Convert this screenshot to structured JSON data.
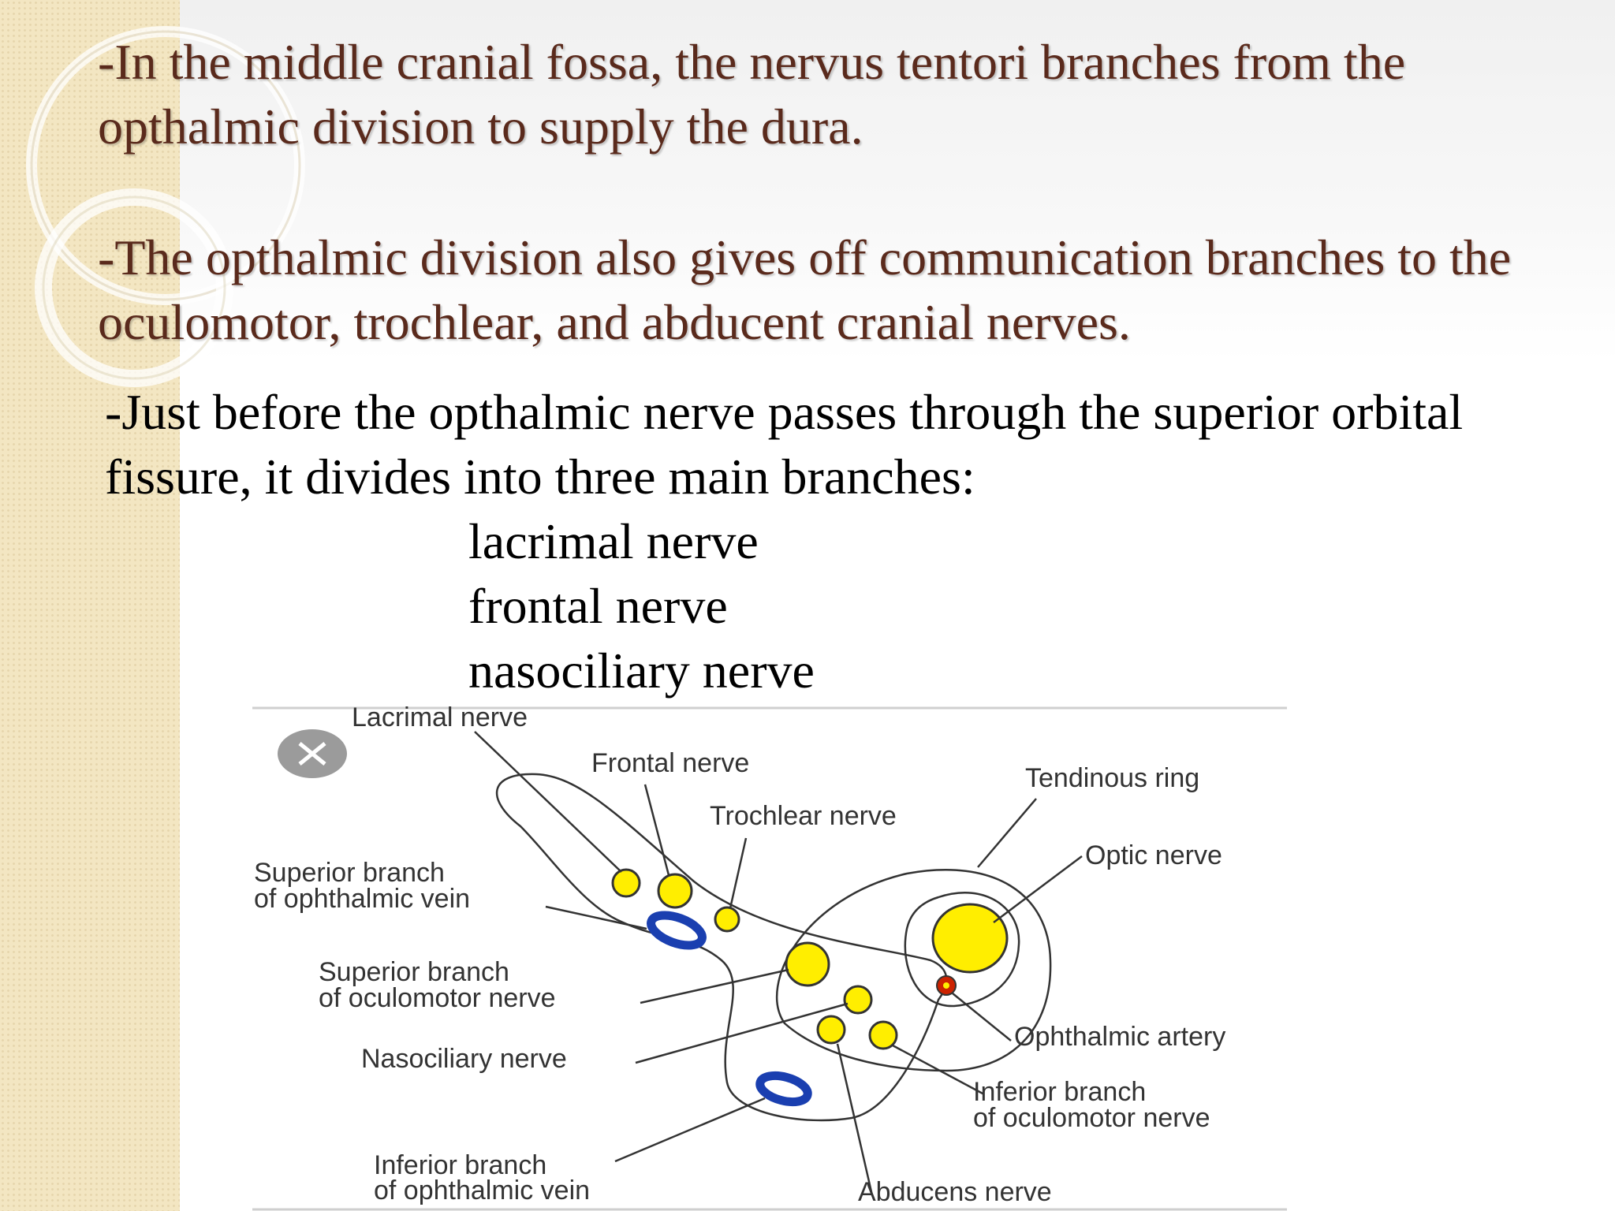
{
  "slide": {
    "paragraph_1": "-In the middle cranial fossa, the nervus tentori branches from the opthalmic division to supply the dura.",
    "paragraph_2": "-The opthalmic division also gives off communication branches to the oculomotor, trochlear, and abducent cranial nerves.",
    "paragraph_3": "-Just before the opthalmic nerve passes through the superior orbital fissure, it divides into three main branches:",
    "branches": [
      "lacrimal nerve",
      "frontal nerve",
      "nasociliary nerve"
    ]
  },
  "diagram": {
    "close_icon": "close-x-icon",
    "labels": {
      "lacrimal_nerve": "Lacrimal nerve",
      "frontal_nerve": "Frontal nerve",
      "trochlear_nerve": "Trochlear nerve",
      "tendinous_ring": "Tendinous ring",
      "optic_nerve": "Optic nerve",
      "superior_vein_l1": "Superior branch",
      "superior_vein_l2": "of ophthalmic vein",
      "superior_oculomotor_l1": "Superior branch",
      "superior_oculomotor_l2": "of oculomotor nerve",
      "nasociliary_nerve": "Nasociliary nerve",
      "ophthalmic_artery": "Ophthalmic artery",
      "inferior_oculomotor_l1": "Inferior branch",
      "inferior_oculomotor_l2": "of oculomotor nerve",
      "inferior_vein_l1": "Inferior branch",
      "inferior_vein_l2": "of ophthalmic vein",
      "abducens_nerve": "Abducens nerve"
    },
    "colors": {
      "nerve": "#ffee00",
      "vein": "#1a3fb0",
      "artery": "#cc2200",
      "outline": "#333333"
    }
  }
}
